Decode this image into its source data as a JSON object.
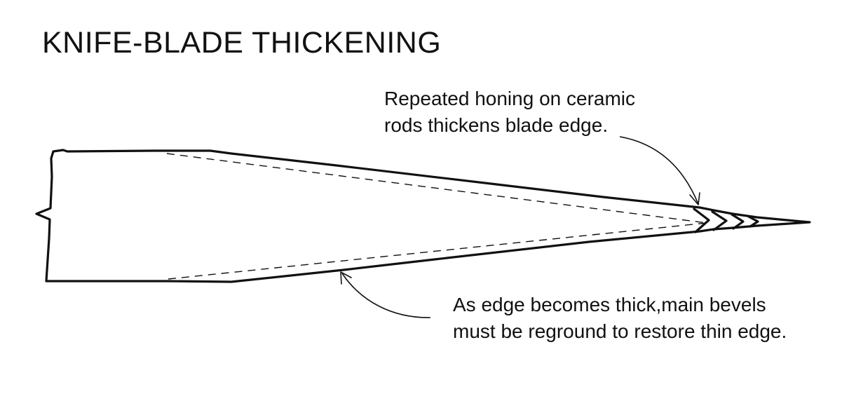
{
  "title": "KNIFE-BLADE THICKENING",
  "annotations": {
    "honing": {
      "line1": "Repeated honing on ceramic",
      "line2": "rods thickens blade edge."
    },
    "regrind": {
      "line1": "As edge becomes thick,main bevels",
      "line2": "must be reground to restore thin edge."
    }
  },
  "colors": {
    "ink": "#111111",
    "background": "#ffffff"
  }
}
